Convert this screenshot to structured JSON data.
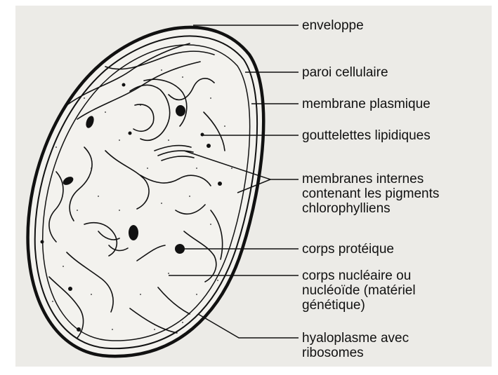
{
  "labels": {
    "enveloppe": "enveloppe",
    "paroi": "paroi cellulaire",
    "membrane": "membrane plasmique",
    "gouttelettes": "gouttelettes lipidiques",
    "membranes_internes": [
      "membranes internes",
      "contenant les pigments",
      "chlorophylliens"
    ],
    "corps_proteique": "corps protéique",
    "corps_nucleaire": [
      "corps nucléaire ou",
      "nucléoïde (matériel",
      "génétique)"
    ],
    "hyaloplasme": [
      "hyaloplasme avec",
      "ribosomes"
    ]
  },
  "colors": {
    "ink": "#111111",
    "paper": "#ecebe7",
    "cell_fill": "#f3f2ee"
  }
}
